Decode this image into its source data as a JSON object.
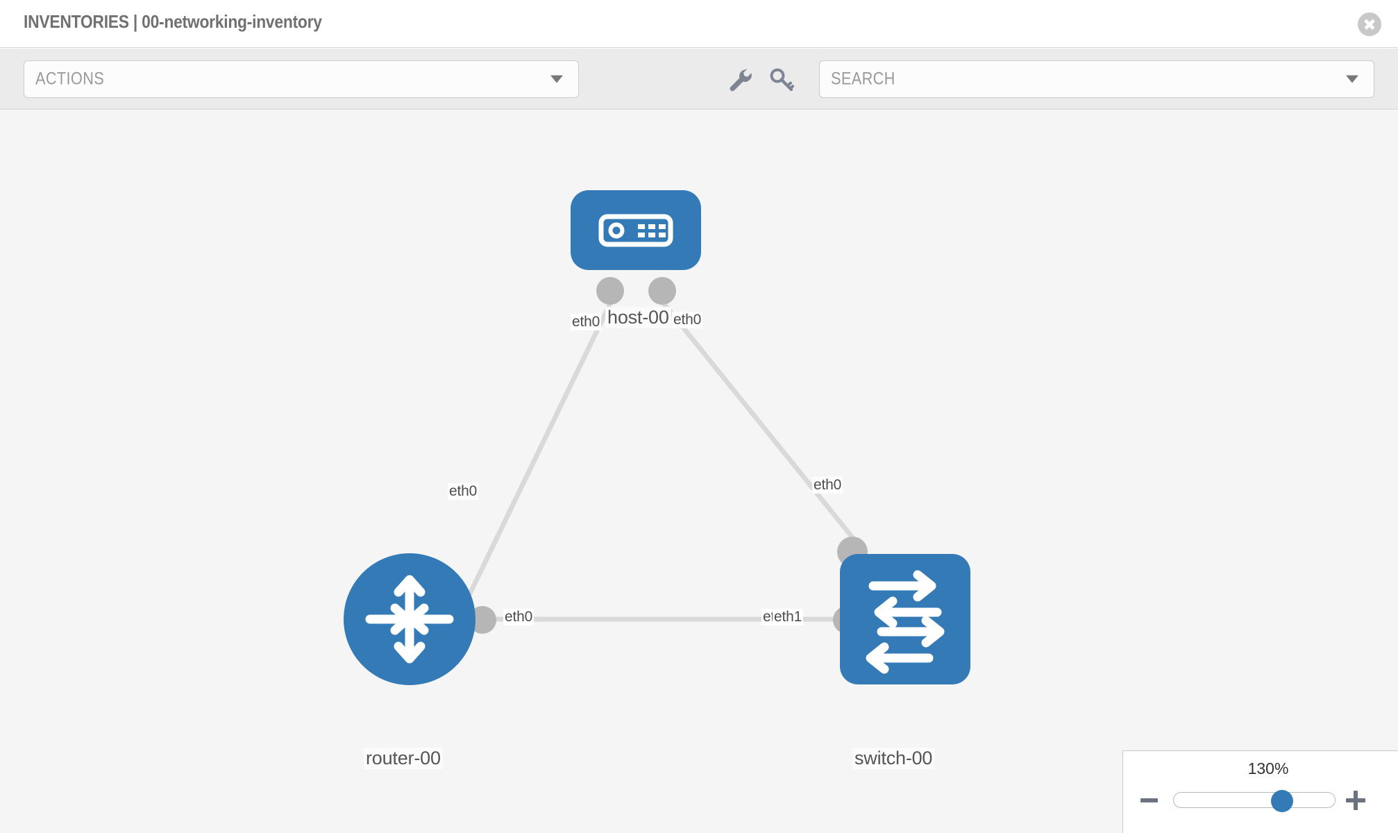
{
  "header": {
    "title": "INVENTORIES | 00-networking-inventory",
    "close_icon": "close-circle-icon"
  },
  "toolbar": {
    "actions_label": "ACTIONS",
    "actions_caret": "chevron-down-icon",
    "wrench_icon": "wrench-icon",
    "key_icon": "key-icon",
    "search_placeholder": "SEARCH",
    "search_caret": "chevron-down-icon"
  },
  "topology": {
    "background": "#f5f5f5",
    "node_color": "#337ab7",
    "link_color": "#d9d9d9",
    "endpoint_color": "#b6b6b6",
    "nodes": [
      {
        "id": "host-00",
        "label": "host-00",
        "icon": "server-appliance-icon",
        "shape": "rounded-rect"
      },
      {
        "id": "router-00",
        "label": "router-00",
        "icon": "router-four-arrows-icon",
        "shape": "circle"
      },
      {
        "id": "switch-00",
        "label": "switch-00",
        "icon": "switch-arrows-icon",
        "shape": "rounded-square"
      }
    ],
    "links": [
      {
        "from": "host-00",
        "from_iface": "eth0",
        "to": "router-00",
        "to_iface": "eth0"
      },
      {
        "from": "host-00",
        "from_iface": "eth0",
        "to": "switch-00",
        "to_iface": "eth0"
      },
      {
        "from": "router-00",
        "from_iface": "eth0",
        "to": "switch-00",
        "to_iface": "eth1"
      }
    ],
    "edge_labels": {
      "host_left": "eth0",
      "host_right": "eth0",
      "router_up": "eth0",
      "switch_up": "eth0",
      "router_right": "eth0",
      "switch_left_hidden": "eth0",
      "switch_left": "eth1"
    }
  },
  "zoom_control": {
    "value": "130%",
    "minus_label": "minus-icon",
    "plus_label": "plus-icon"
  }
}
